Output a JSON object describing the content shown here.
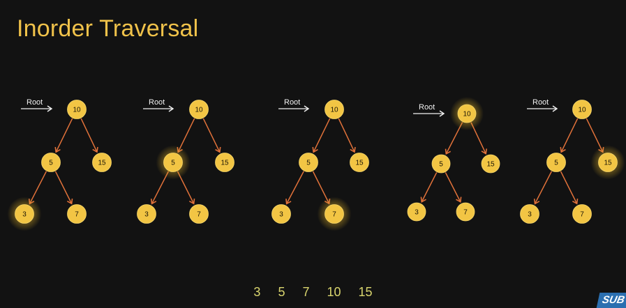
{
  "title": "Inorder Traversal",
  "root_label": "Root",
  "colors": {
    "background": "#121212",
    "node_fill": "#f2c544",
    "edge": "#e2723a",
    "title": "#f0c24a",
    "sequence": "#d9d56e"
  },
  "trees": [
    {
      "highlight": "3"
    },
    {
      "highlight": "5"
    },
    {
      "highlight": "7"
    },
    {
      "highlight": "10"
    },
    {
      "highlight": "15"
    }
  ],
  "tree_nodes": [
    "10",
    "5",
    "15",
    "3",
    "7"
  ],
  "sequence": [
    "3",
    "5",
    "7",
    "10",
    "15"
  ],
  "badge": "SUB"
}
